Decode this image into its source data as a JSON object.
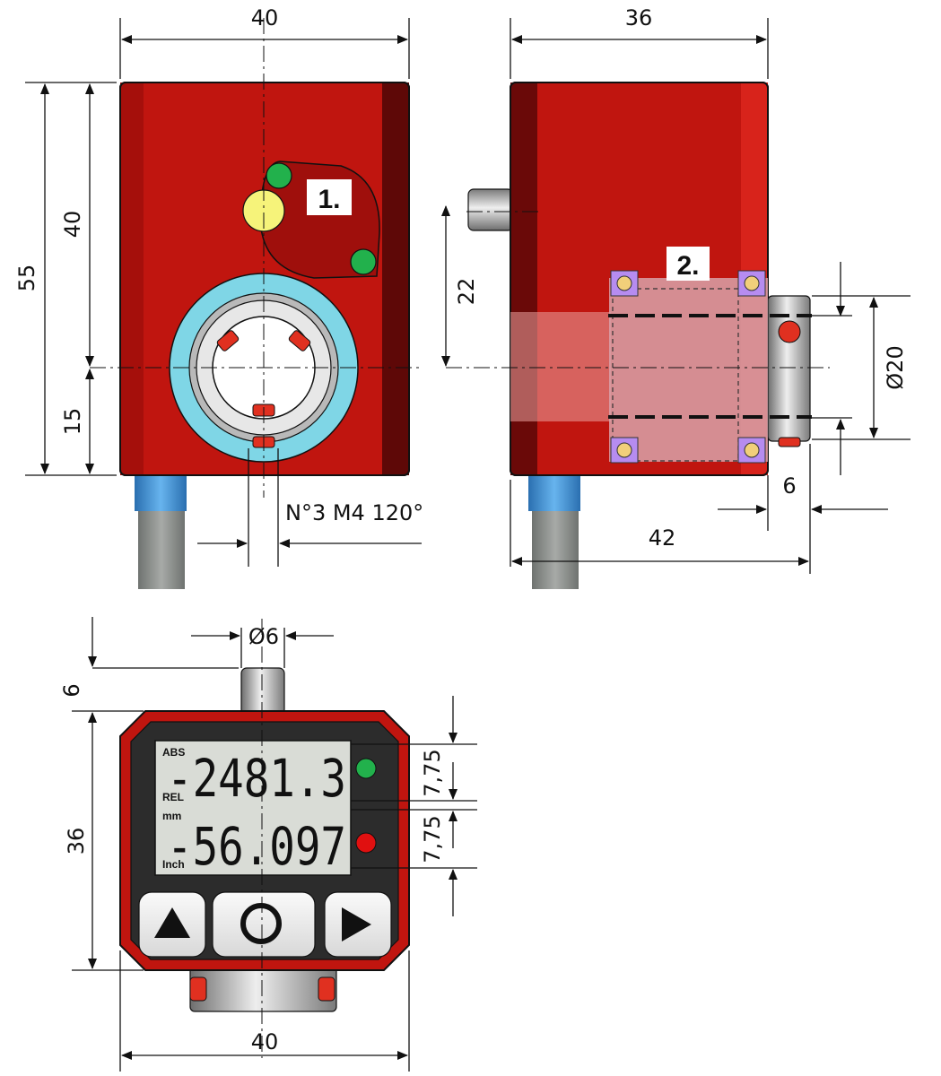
{
  "front_view": {
    "width_label": "40",
    "height_label": "55",
    "axis_height_label": "40",
    "bottom_label": "15",
    "callout_label": "1.",
    "hole_label": "N°3 M4 120°"
  },
  "side_view": {
    "width_label": "36",
    "shaft_height_label": "22",
    "callout_label": "2.",
    "bore_label": "Ø20",
    "flange_label": "6",
    "length_label": "42"
  },
  "bottom_view": {
    "pin_label": "Ø6",
    "pin_height_label": "6",
    "height_label": "36",
    "width_label": "40",
    "spacing_label_1": "7,75",
    "spacing_label_2": "7,75",
    "display": {
      "abs": "ABS",
      "rel": "REL",
      "unit_mm": "mm",
      "unit_inch": "Inch",
      "value_top": "-2481.3",
      "value_bottom": "-56.097"
    },
    "buttons": {
      "up_icon": "triangle-up-icon",
      "center_icon": "circle-icon",
      "right_icon": "triangle-right-icon"
    },
    "leds": {
      "top": "#22b14c",
      "bottom": "#e01010"
    }
  },
  "colors": {
    "housing": "#c0150f",
    "housing_dark": "#7a0a08",
    "cable_blue": "#3a8fd8",
    "cable_grey": "#8c8f8c",
    "lcd": "#d9dcd6"
  }
}
